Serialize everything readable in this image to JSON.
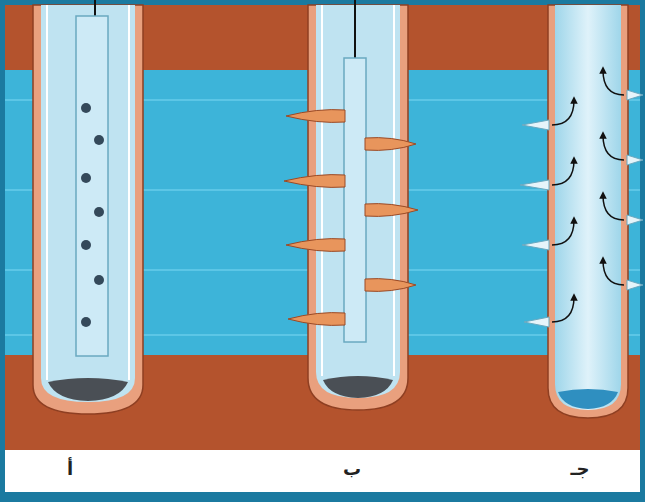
{
  "diagram": {
    "labels": [
      "أ",
      "ب",
      "جـ"
    ]
  }
}
